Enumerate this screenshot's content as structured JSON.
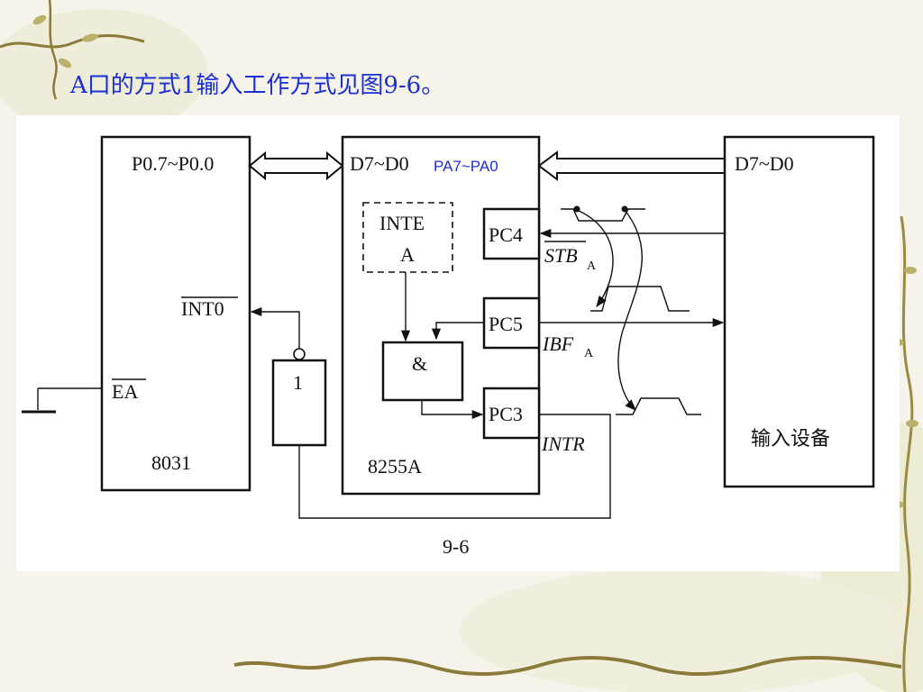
{
  "slide": {
    "title": "A口的方式1输入工作方式见图9-6。"
  },
  "diagram": {
    "cpu": {
      "bus_label": "P0.7~P0.0",
      "int_label": "INT0",
      "ea_label": "EA",
      "name": "8031"
    },
    "inverter": {
      "label": "1"
    },
    "ppi": {
      "bus_label": "D7~D0",
      "port_label": "PA7~PA0",
      "inte_line1": "INTE",
      "inte_line2": "A",
      "and_label": "&",
      "pc4": "PC4",
      "pc5": "PC5",
      "pc3": "PC3",
      "name": "8255A"
    },
    "signals": {
      "stb": "STB",
      "stb_sub": "A",
      "ibf": "IBF",
      "ibf_sub": "A",
      "intr": "INTR"
    },
    "device": {
      "bus_label": "D7~D0",
      "name": "输入设备"
    },
    "caption": "9-6"
  }
}
